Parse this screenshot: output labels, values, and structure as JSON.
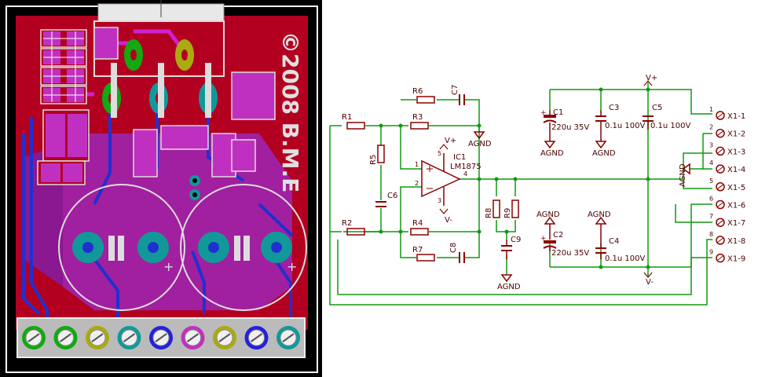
{
  "board": {
    "silkscreen": "©2008 B.M.E",
    "colors": {
      "background": "#000000",
      "copper": "#b30021",
      "pour": "#a020a0",
      "silk": "#e0e0e0",
      "pad_green": "#11aa11",
      "pad_cyan": "#119999",
      "pad_yellow": "#aaaa11",
      "pad_blue": "#2222dd"
    }
  },
  "schematic": {
    "colors": {
      "wire": "#119911",
      "symbol": "#8b0000",
      "text": "#4a0000"
    },
    "opamp": {
      "name": "IC1",
      "part": "LM1875",
      "pin_vplus": "5",
      "pin_vminus": "3",
      "pin_in_plus": "1",
      "pin_in_minus": "2",
      "pin_out": "4",
      "supply_plus": "V+",
      "supply_minus": "V-"
    },
    "resistors": {
      "r1": "R1",
      "r2": "R2",
      "r3": "R3",
      "r4": "R4",
      "r5": "R5",
      "r6": "R6",
      "r7": "R7",
      "r8": "R8",
      "r9": "R9"
    },
    "caps": {
      "c1": {
        "name": "C1",
        "value": "220u 35V"
      },
      "c2": {
        "name": "C2",
        "value": "220u 35V"
      },
      "c3": {
        "name": "C3",
        "value": "0.1u 100V"
      },
      "c4": {
        "name": "C4",
        "value": "0.1u 100V"
      },
      "c5": {
        "name": "C5",
        "value": "0.1u 100V"
      },
      "c6": {
        "name": "C6"
      },
      "c7": {
        "name": "C7"
      },
      "c8": {
        "name": "C8"
      },
      "c9": {
        "name": "C9"
      }
    },
    "ground_label": "AGND",
    "rail_plus": "V+",
    "rail_minus": "V-",
    "connector": {
      "pins": [
        {
          "num": "1",
          "label": "X1-1"
        },
        {
          "num": "2",
          "label": "X1-2"
        },
        {
          "num": "3",
          "label": "X1-3"
        },
        {
          "num": "4",
          "label": "X1-4"
        },
        {
          "num": "5",
          "label": "X1-5"
        },
        {
          "num": "6",
          "label": "X1-6"
        },
        {
          "num": "7",
          "label": "X1-7"
        },
        {
          "num": "8",
          "label": "X1-8"
        },
        {
          "num": "9",
          "label": "X1-9"
        }
      ]
    }
  }
}
